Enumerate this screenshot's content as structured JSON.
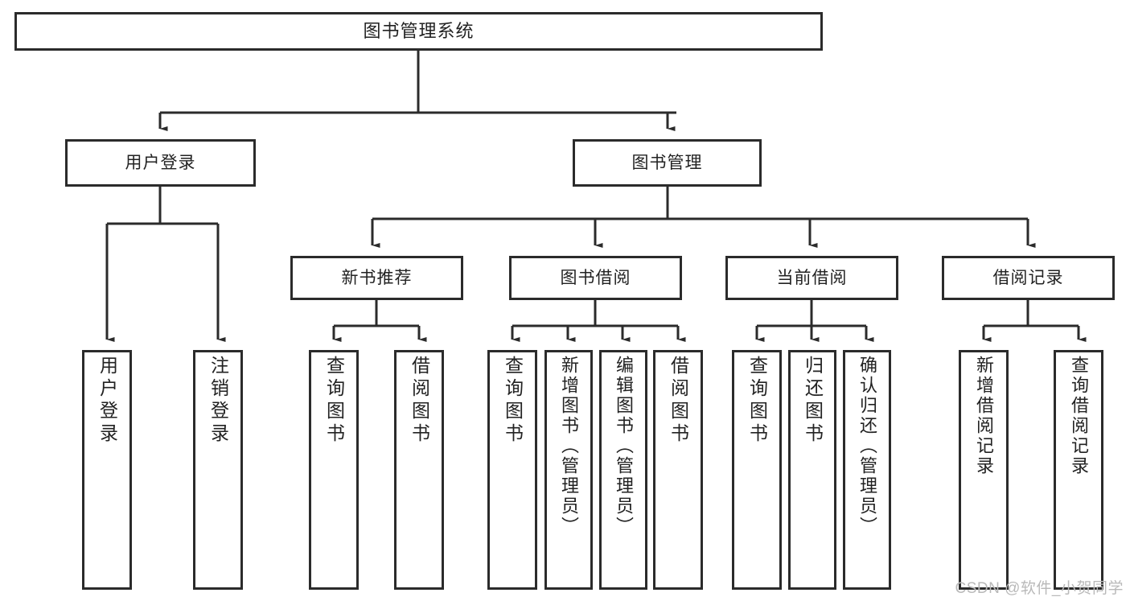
{
  "diagram": {
    "title": "图书管理系统",
    "type": "tree-hierarchy",
    "root": {
      "id": "root",
      "label": "图书管理系统"
    },
    "level2": [
      {
        "id": "user-login",
        "label": "用户登录"
      },
      {
        "id": "book-manage",
        "label": "图书管理"
      }
    ],
    "level3": [
      {
        "id": "new-book-rec",
        "label": "新书推荐"
      },
      {
        "id": "book-borrow",
        "label": "图书借阅"
      },
      {
        "id": "current-borrow",
        "label": "当前借阅"
      },
      {
        "id": "borrow-record",
        "label": "借阅记录"
      }
    ],
    "leaves": {
      "user_login": [
        {
          "id": "leaf-user-login",
          "label": "用户登录"
        },
        {
          "id": "leaf-logout",
          "label": "注销登录"
        }
      ],
      "new_book_rec": [
        {
          "id": "leaf-query-book-1",
          "label": "查询图书"
        },
        {
          "id": "leaf-borrow-book-1",
          "label": "借阅图书"
        }
      ],
      "book_borrow": [
        {
          "id": "leaf-query-book-2",
          "label": "查询图书"
        },
        {
          "id": "leaf-add-book",
          "label": "新增图书（管理员）"
        },
        {
          "id": "leaf-edit-book",
          "label": "编辑图书（管理员）"
        },
        {
          "id": "leaf-borrow-book-2",
          "label": "借阅图书"
        }
      ],
      "current_borrow": [
        {
          "id": "leaf-query-book-3",
          "label": "查询图书"
        },
        {
          "id": "leaf-return-book",
          "label": "归还图书"
        },
        {
          "id": "leaf-confirm-return",
          "label": "确认归还（管理员）"
        }
      ],
      "borrow_record": [
        {
          "id": "leaf-add-record",
          "label": "新增借阅记录"
        },
        {
          "id": "leaf-query-record",
          "label": "查询借阅记录"
        }
      ]
    }
  },
  "watermark": {
    "text": "CSDN @软件_小贺同学"
  },
  "colors": {
    "background": "#ffffff",
    "box_border": "#2b2b2b",
    "box_fill": "#ffffff",
    "text": "#222222",
    "edge": "#2b2b2b",
    "watermark": "#b9b9b9"
  }
}
